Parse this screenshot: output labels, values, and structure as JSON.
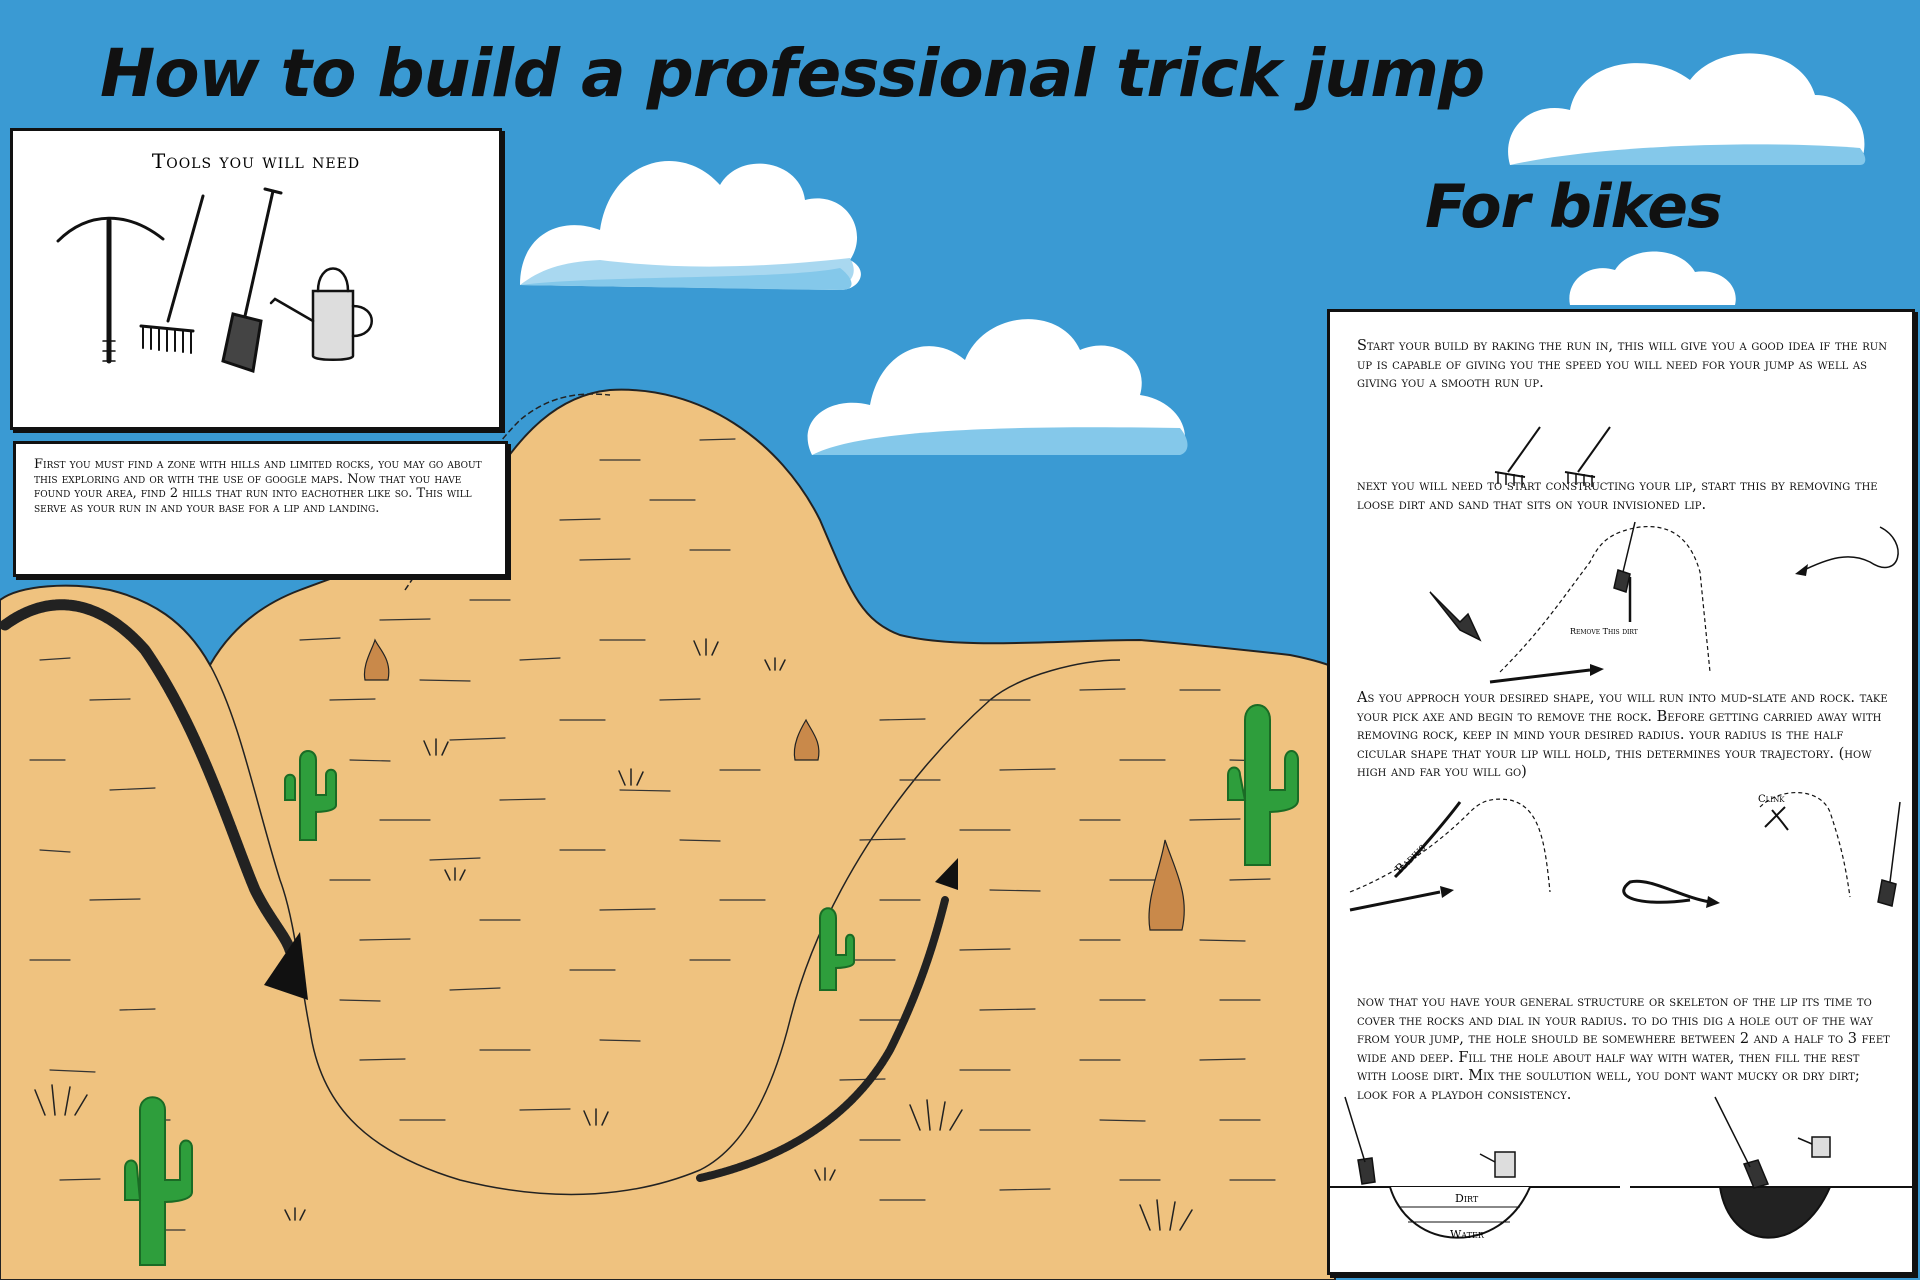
{
  "title": "How to build a professional trick jump",
  "subtitle": "For bikes",
  "tools_panel": {
    "heading": "Tools you will need",
    "tools": [
      "pickaxe-icon",
      "rake-icon",
      "shovel-icon",
      "watering-can-icon"
    ]
  },
  "intro_text": "First you must find a zone with hills and limited rocks, you may go about this exploring and or with the use of google maps. Now that you have found your area, find 2 hills that run into eachother like so. This will serve as your run in and your base for a lip and landing.",
  "steps": [
    {
      "text": "Start your build by raking the run in, this will give you a good idea if the run up is capable of giving you the speed you will need for your jump as well as giving you a smooth run up."
    },
    {
      "text": "next you will need to start constructing your lip, start this by removing the loose dirt and sand that sits on your invisioned lip.",
      "figure_label": "Remove This dirt"
    },
    {
      "text": "As you approch your desired shape, you will run into mud-slate and rock. take your pick axe and begin to remove the rock. Before getting carried away with removing rock, keep in mind your desired radius. your radius is the half cicular shape that your lip will hold, this determines your trajectory. (how high and far you will go)",
      "figure_labels": [
        "Radius",
        "Clink"
      ]
    },
    {
      "text": "now that you have your general structure or skeleton of the lip its time to cover the rocks and dial in your radius. to do this dig a hole out of the way from your jump, the hole should be somewhere between 2 and a half to 3 feet wide and deep. Fill the hole about half way with water, then fill the rest with loose dirt. Mix the soulution well, you dont want mucky or dry dirt; look for a playdoh consistency.",
      "figure_labels": [
        "Dirt",
        "Water"
      ]
    }
  ],
  "colors": {
    "sky": "#3a9ad3",
    "sand": "#efc27f",
    "cactus": "#2e9e3c",
    "cloud_shade": "#84c8ea"
  }
}
